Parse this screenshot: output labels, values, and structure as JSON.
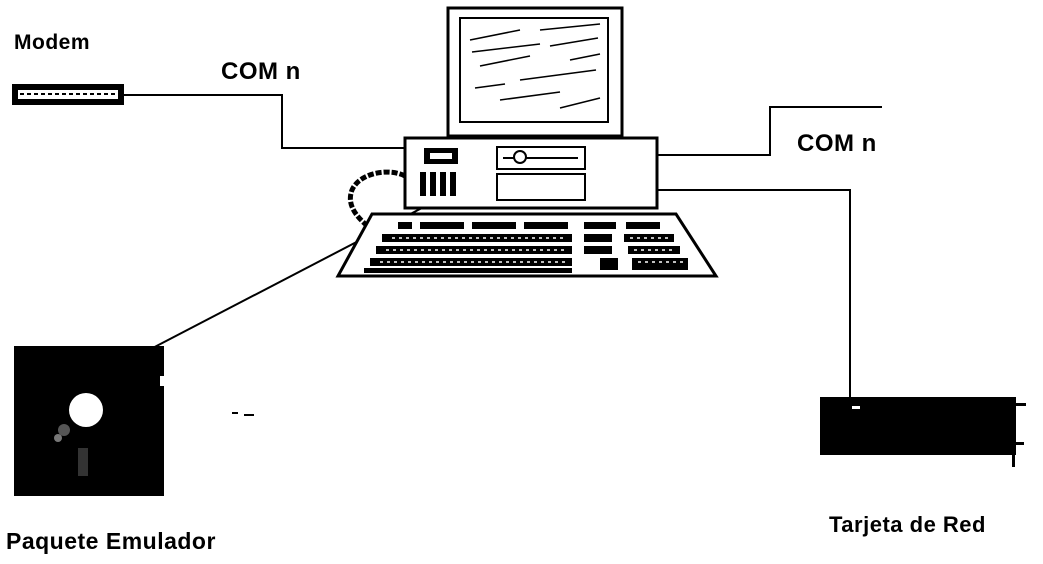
{
  "labels": {
    "modem": "Modem",
    "com_left": "COM n",
    "com_right": "COM n",
    "network_card": "Tarjeta de Red",
    "emulator_package": "Paquete Emulador"
  },
  "icons": {
    "modem": "modem-icon",
    "computer": "desktop-computer-icon",
    "floppy": "floppy-disk-icon",
    "network_card": "network-card-icon"
  },
  "colors": {
    "ink": "#000000",
    "background": "#ffffff"
  }
}
